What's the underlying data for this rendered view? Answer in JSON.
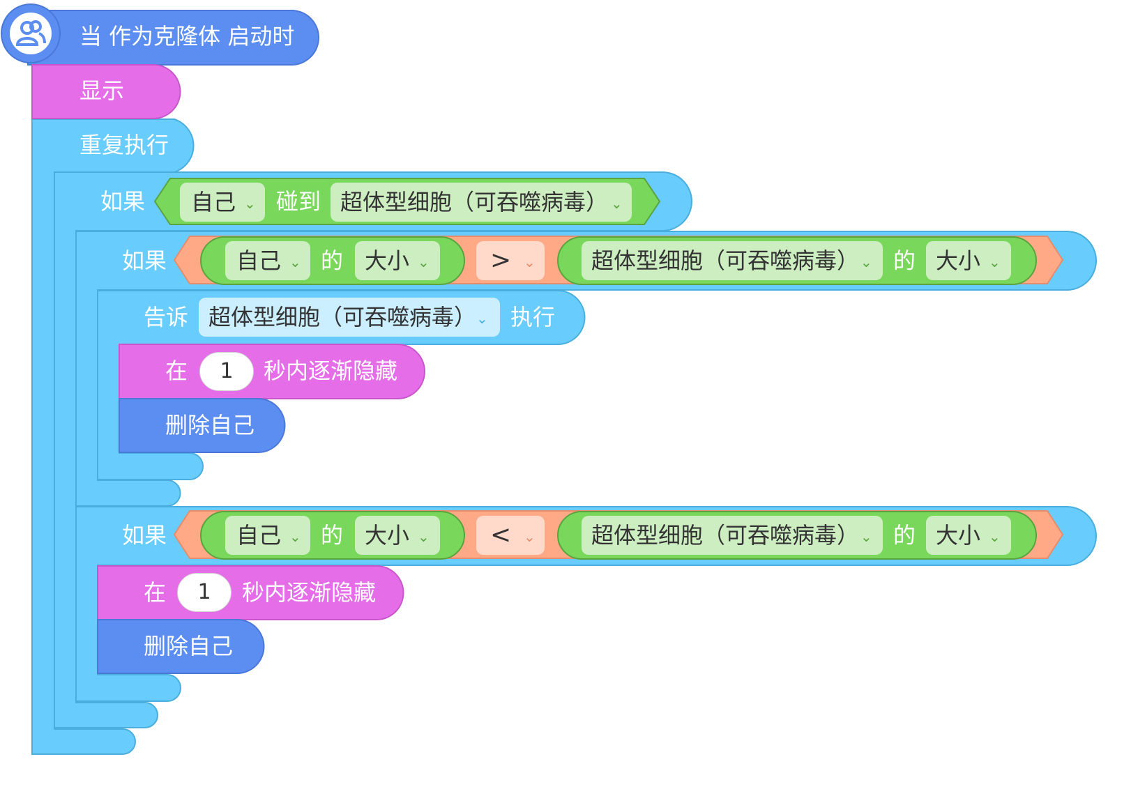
{
  "colors": {
    "events": "#5b8ef0",
    "looks": "#e56de8",
    "control": "#68cdfd",
    "sensing_hex": "#79d85b",
    "sensing_dark": "#5aa43f",
    "operator": "#ffa987",
    "light_green": "#cdeec1",
    "light_blue": "#cbefff",
    "light_orange": "#ffd9c9"
  },
  "hat": {
    "icon": "clone-users-icon",
    "label": "当 作为克隆体 启动时"
  },
  "show": {
    "label": "显示"
  },
  "forever": {
    "label": "重复执行"
  },
  "if1": {
    "label": "如果",
    "subject": "自己",
    "verb": "碰到",
    "target": "超体型细胞（可吞噬病毒）"
  },
  "if2": {
    "label": "如果",
    "left_obj": "自己",
    "left_of": "的",
    "left_prop": "大小",
    "op": ">",
    "right_obj": "超体型细胞（可吞噬病毒）",
    "right_of": "的",
    "right_prop": "大小"
  },
  "tell": {
    "label": "告诉",
    "target": "超体型细胞（可吞噬病毒）",
    "exec": "执行"
  },
  "fade1": {
    "prefix": "在",
    "value": "1",
    "suffix": "秒内逐渐隐藏"
  },
  "delete1": {
    "label": "删除自己"
  },
  "if3": {
    "label": "如果",
    "left_obj": "自己",
    "left_of": "的",
    "left_prop": "大小",
    "op": "<",
    "right_obj": "超体型细胞（可吞噬病毒）",
    "right_of": "的",
    "right_prop": "大小"
  },
  "fade2": {
    "prefix": "在",
    "value": "1",
    "suffix": "秒内逐渐隐藏"
  },
  "delete2": {
    "label": "删除自己"
  }
}
